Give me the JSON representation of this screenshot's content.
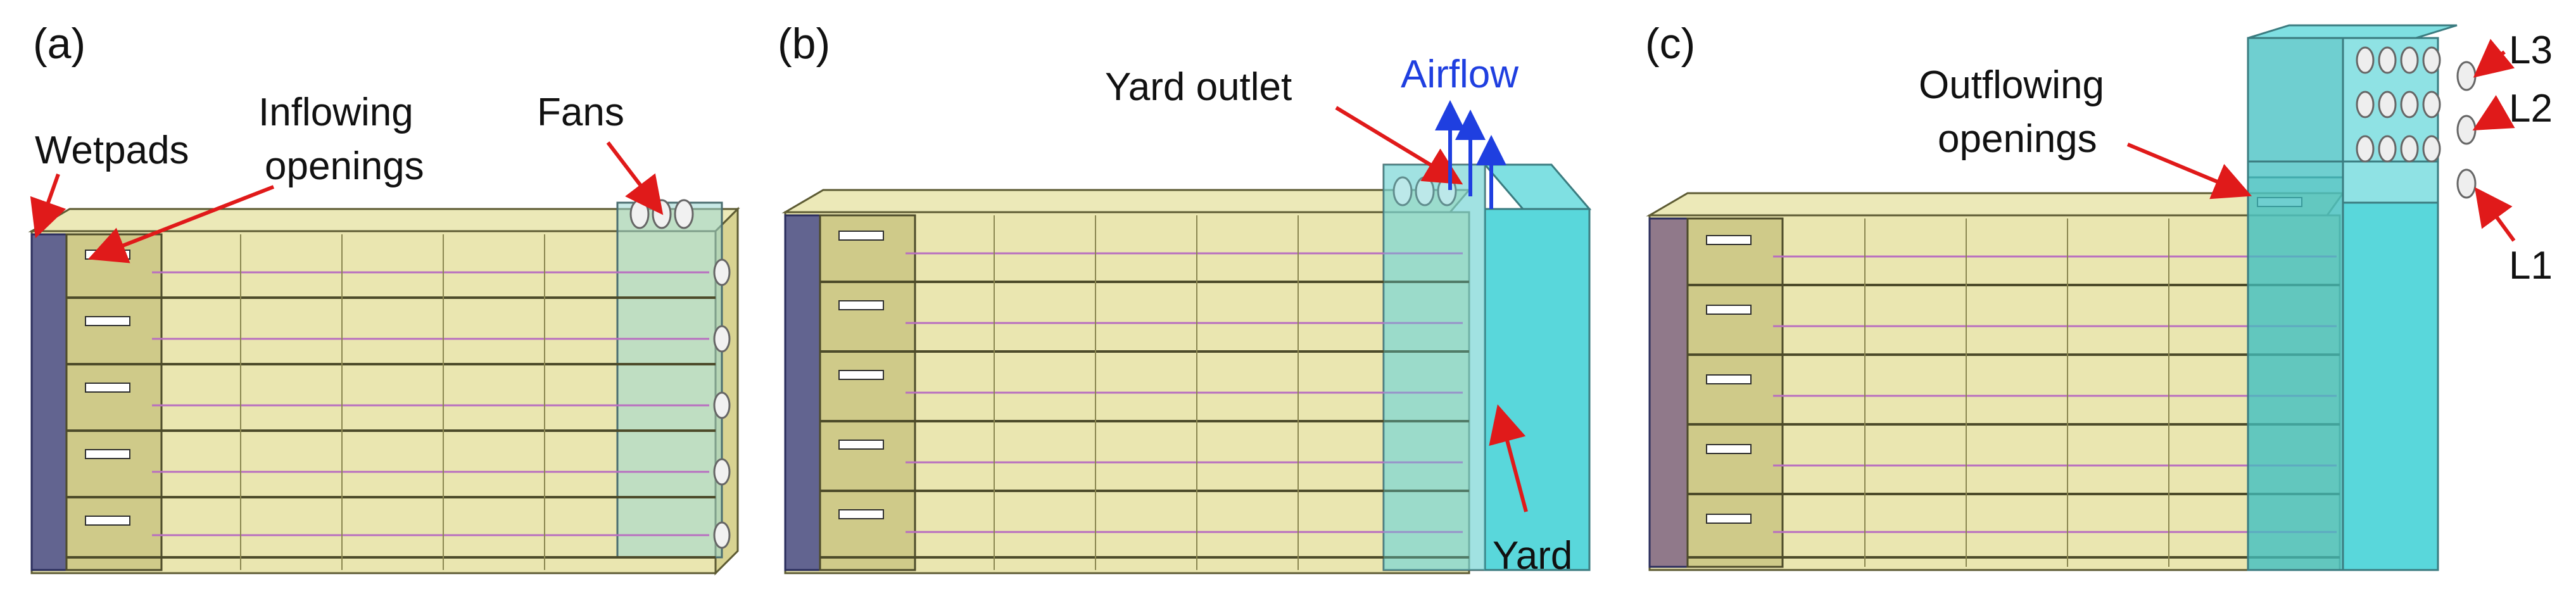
{
  "panels": [
    {
      "tag": "(a)",
      "labels": {
        "wetpads": "Wetpads",
        "inflowing_line1": "Inflowing",
        "inflowing_line2": "openings",
        "fans": "Fans"
      }
    },
    {
      "tag": "(b)",
      "labels": {
        "yard_outlet": "Yard outlet",
        "airflow": "Airflow",
        "yard": "Yard"
      }
    },
    {
      "tag": "(c)",
      "labels": {
        "outflowing_line1": "Outflowing",
        "outflowing_line2": "openings",
        "l1": "L1",
        "l2": "L2",
        "l3": "L3"
      }
    }
  ],
  "colors": {
    "building_fill": "#e6e2a2",
    "building_stroke": "#5d5b33",
    "wetpad_fill": "#3b3f86",
    "yard_fill": "#59d7db",
    "pink_line": "#b86ec0",
    "red_arrow": "#e01a1a",
    "blue_arrow": "#1f3fe0"
  }
}
